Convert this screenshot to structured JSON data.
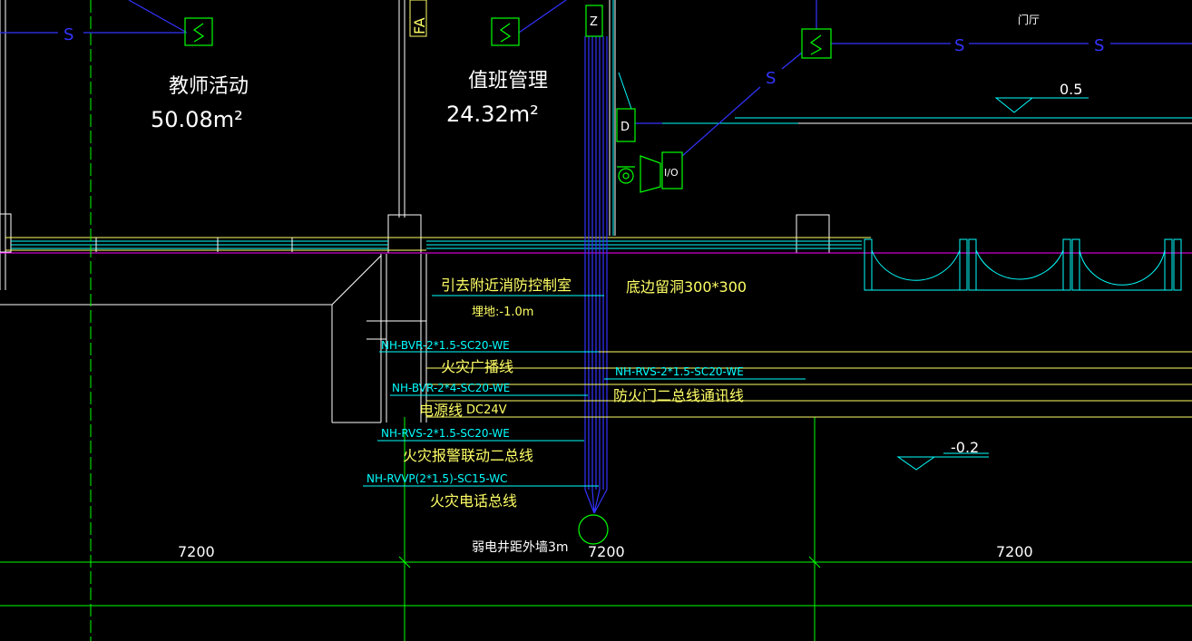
{
  "rooms": [
    {
      "name": "教师活动",
      "area": "50.08m²"
    },
    {
      "name": "值班管理",
      "area": "24.32m²"
    },
    {
      "name": "门厅"
    }
  ],
  "levels": {
    "upper": "0.5",
    "lower": "-0.2"
  },
  "device_labels": {
    "fa": "FA",
    "z": "Z",
    "d": "D",
    "io": "I/O",
    "smoke": "S"
  },
  "annotations": {
    "route": "引去附近消防控制室",
    "depth": "埋地:-1.0m",
    "hole": "底边留洞300*300",
    "distance": "弱电井距外墙3m"
  },
  "cables": [
    {
      "spec": "NH-BVR-2*1.5-SC20-WE",
      "desc": "火灾广播线"
    },
    {
      "spec": "NH-RVS-2*1.5-SC20-WE",
      "desc": "防火门二总线通讯线"
    },
    {
      "spec": "NH-BVR-2*4-SC20-WE",
      "desc": "电源线",
      "extra": "DC24V"
    },
    {
      "spec": "NH-RVS-2*1.5-SC20-WE",
      "desc": "火灾报警联动二总线"
    },
    {
      "spec": "NH-RVVP(2*1.5)-SC15-WC",
      "desc": "火灾电话总线"
    }
  ],
  "dimensions": [
    "7200",
    "7200",
    "7200"
  ],
  "colors": {
    "background": "#000000",
    "wall": "#ffffff",
    "cyan": "#00ffff",
    "yellow": "#ffff66",
    "green": "#00ff00",
    "blue": "#3333ff",
    "magenta": "#ff00ff"
  }
}
